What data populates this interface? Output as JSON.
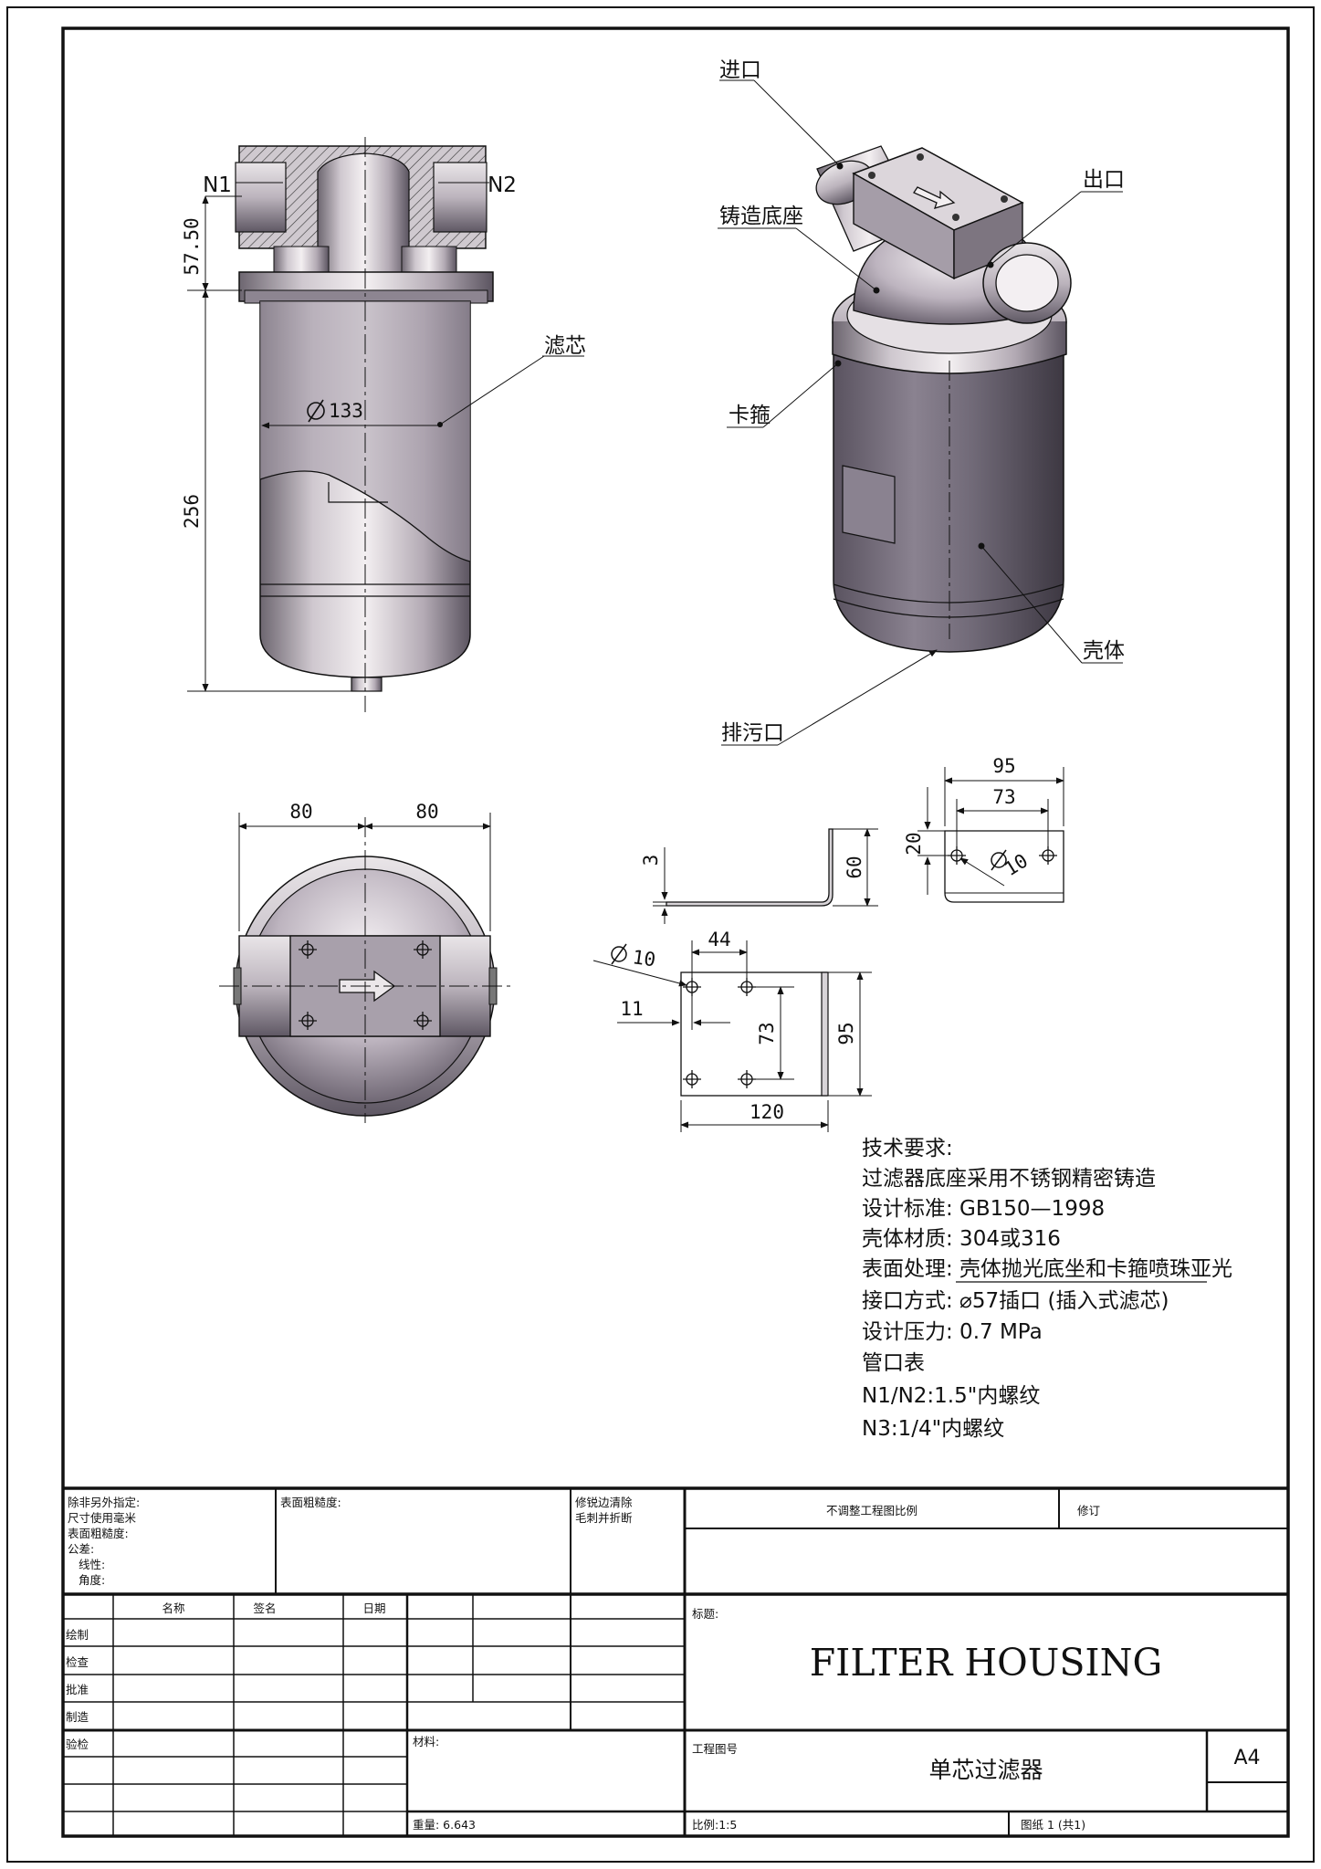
{
  "callouts": {
    "inlet": "进口",
    "outlet": "出口",
    "cast_base": "铸造底座",
    "clamp": "卡箍",
    "element": "滤芯",
    "shell": "壳体",
    "drain": "排污口",
    "n1": "N1",
    "n2": "N2"
  },
  "dims": {
    "d57_50": "57.50",
    "d256": "256",
    "d133": "133",
    "d80_left": "80",
    "d80_right": "80",
    "d3": "3",
    "d60": "60",
    "d95_top": "95",
    "d73_top": "73",
    "d20": "20",
    "d10_top": "10",
    "d10_plate": "10",
    "d44": "44",
    "d11": "11",
    "d73_plate": "73",
    "d95_side": "95",
    "d120": "120"
  },
  "requirements": {
    "title": "技术要求:",
    "lines": [
      "过滤器底座采用不锈钢精密铸造",
      "设计标准: GB150—1998",
      "壳体材质: 304或316",
      "表面处理: 壳体抛光底坐和卡箍喷珠亚光",
      "接口方式: ⌀57插口 (插入式滤芯)",
      "设计压力: 0.7 MPa",
      "管口表",
      "N1/N2:1.5\"内螺纹",
      "N3:1/4\"内螺纹"
    ]
  },
  "title_block": {
    "unless": [
      "除非另外指定:",
      "尺寸使用毫米",
      "表面粗糙度:",
      "公差:",
      "线性:",
      "角度:"
    ],
    "surface": "表面粗糙度:",
    "deburr": [
      "修锐边清除",
      "毛刺并折断"
    ],
    "no_scale": "不调整工程图比例",
    "revision": "修订",
    "headers": [
      "名称",
      "签名",
      "日期"
    ],
    "rows": [
      "绘制",
      "检查",
      "批准",
      "制造",
      "验检"
    ],
    "title_label": "标题:",
    "title": "FILTER HOUSING",
    "material_label": "材料:",
    "drawing_no_label": "工程图号",
    "part_name": "单芯过滤器",
    "size": "A4",
    "weight": "重量: 6.643",
    "scale": "比例:1:5",
    "sheet": "图纸 1 (共1)"
  }
}
